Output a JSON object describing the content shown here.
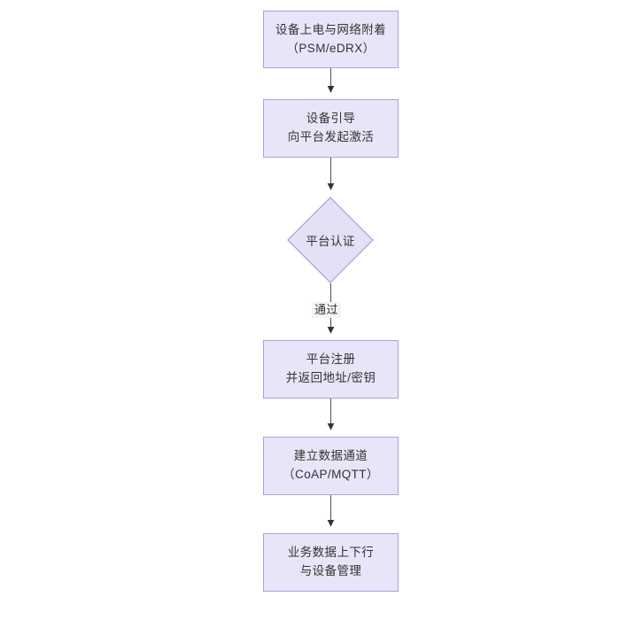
{
  "diagram": {
    "type": "flowchart",
    "orientation": "top-to-bottom",
    "title": "",
    "background_color": "#ffffff",
    "node_fill_color": "#e9e5f8",
    "node_border_color": "#b39ddc",
    "text_color": "#333333",
    "edge_color": "#333333",
    "nodes": [
      {
        "id": "n1",
        "shape": "rect",
        "line1": "设备上电与网络附着",
        "line2": "（PSM/eDRX）"
      },
      {
        "id": "n2",
        "shape": "rect",
        "line1": "设备引导",
        "line2": "向平台发起激活"
      },
      {
        "id": "n3",
        "shape": "diamond",
        "line1": "平台认证",
        "line2": ""
      },
      {
        "id": "n4",
        "shape": "rect",
        "line1": "平台注册",
        "line2": "并返回地址/密钥"
      },
      {
        "id": "n5",
        "shape": "rect",
        "line1": "建立数据通道",
        "line2": "（CoAP/MQTT）"
      },
      {
        "id": "n6",
        "shape": "rect",
        "line1": "业务数据上下行",
        "line2": "与设备管理"
      }
    ],
    "edges": [
      {
        "from": "n1",
        "to": "n2",
        "label": ""
      },
      {
        "from": "n2",
        "to": "n3",
        "label": ""
      },
      {
        "from": "n3",
        "to": "n4",
        "label": "通过"
      },
      {
        "from": "n4",
        "to": "n5",
        "label": ""
      },
      {
        "from": "n5",
        "to": "n6",
        "label": ""
      }
    ]
  }
}
